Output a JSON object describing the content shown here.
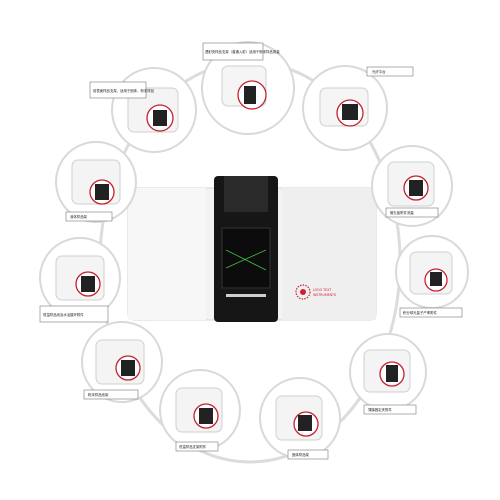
{
  "brand": {
    "logo_lines": [
      "LOGO TEXT",
      "INSTRUMENTS"
    ],
    "accent": "#cc2033"
  },
  "modules": [
    {
      "label": "透射夹样品支架（普通入射）适用于粉末样品测量"
    },
    {
      "label": "光纤平台"
    },
    {
      "label": "微孔板附件测量"
    },
    {
      "label": "积分球光量子产率附件"
    },
    {
      "label": "薄膜固定夹附件"
    },
    {
      "label": "固体样品架"
    },
    {
      "label": "低温样品支架附件"
    },
    {
      "label": "粉末样品池架"
    },
    {
      "label": "恒温样品池及水浴循环附件"
    },
    {
      "label": "液体样品架"
    },
    {
      "label": "前表面样品支架，适用于固体、粉末样品"
    }
  ],
  "colors": {
    "ring": "#dcdcdc",
    "device_body": "#f2f2f2",
    "device_panel": "#1a1a1a",
    "laser": "#3fbf3f"
  }
}
